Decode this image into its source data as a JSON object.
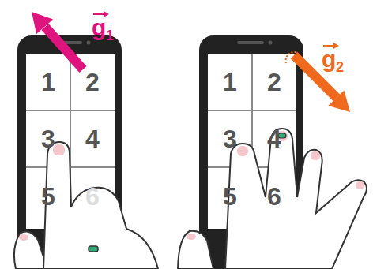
{
  "diagram": {
    "nodes": [
      {
        "text": [
          "1"
        ]
      },
      {
        "text": [
          "2"
        ]
      },
      {
        "text": [
          "3"
        ]
      },
      {
        "text": [
          "4"
        ]
      },
      {
        "text": [
          "5"
        ]
      },
      {
        "text": [
          "6"
        ]
      },
      {
        "text": [
          "1"
        ]
      },
      {
        "text": [
          "2"
        ]
      },
      {
        "text": [
          "3"
        ]
      },
      {
        "text": [
          "4"
        ]
      },
      {
        "text": [
          "5"
        ]
      },
      {
        "text": [
          "6"
        ]
      }
    ],
    "labels": [
      "g",
      "1",
      "g",
      "2"
    ]
  }
}
